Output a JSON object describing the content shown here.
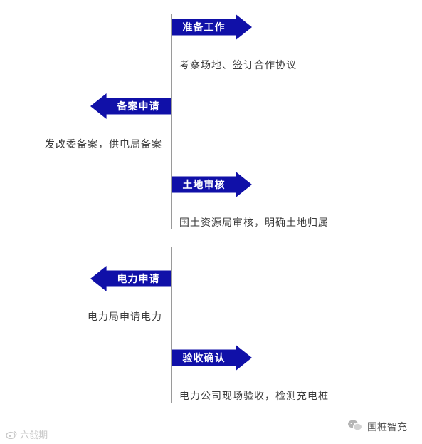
{
  "steps": [
    {
      "label": "准备工作",
      "description": "考察场地、签订合作协议"
    },
    {
      "label": "备案申请",
      "description": "发改委备案，供电局备案"
    },
    {
      "label": "土地审核",
      "description": "国土资源局审核，明确土地归属"
    },
    {
      "label": "电力申请",
      "description": "电力局申请电力"
    },
    {
      "label": "验收确认",
      "description": "电力公司现场验收，检测充电桩"
    }
  ],
  "watermark": {
    "left_text": "六戗期",
    "right_text": "国桩智充"
  },
  "colors": {
    "arrow_fill": "#1010a8",
    "line": "#9a9a9a"
  }
}
